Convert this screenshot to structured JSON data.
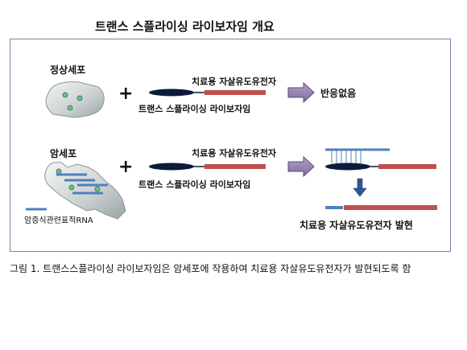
{
  "title": "트랜스 스플라이싱 라이보자임 개요",
  "rows": {
    "normal": {
      "cell_label": "정상세포",
      "gene_label": "치료용 자살유도유전자",
      "ribozyme_label": "트랜스 스플라이싱 라이보자임",
      "result_label": "반응없음"
    },
    "cancer": {
      "cell_label": "암세포",
      "rna_label": "암증식관련표적RNA",
      "gene_label": "치료용 자살유도유전자",
      "ribozyme_label": "트랜스 스플라이싱 라이보자임",
      "result_label": "치료용 자살유도유전자 발현"
    }
  },
  "plus_sign": "+",
  "caption": "그림 1. 트랜스스플라이싱 라이보자임은 암세포에 작용하여 치료용 자살유도유전자가 발현되도록 함",
  "colors": {
    "ribozyme": "#0d1b3a",
    "gene": "#c0504d",
    "target_rna": "#4f81bd",
    "arrow": "#8064a2",
    "cell_green": "#6fbf8b",
    "frame": "#7a7fa8"
  }
}
